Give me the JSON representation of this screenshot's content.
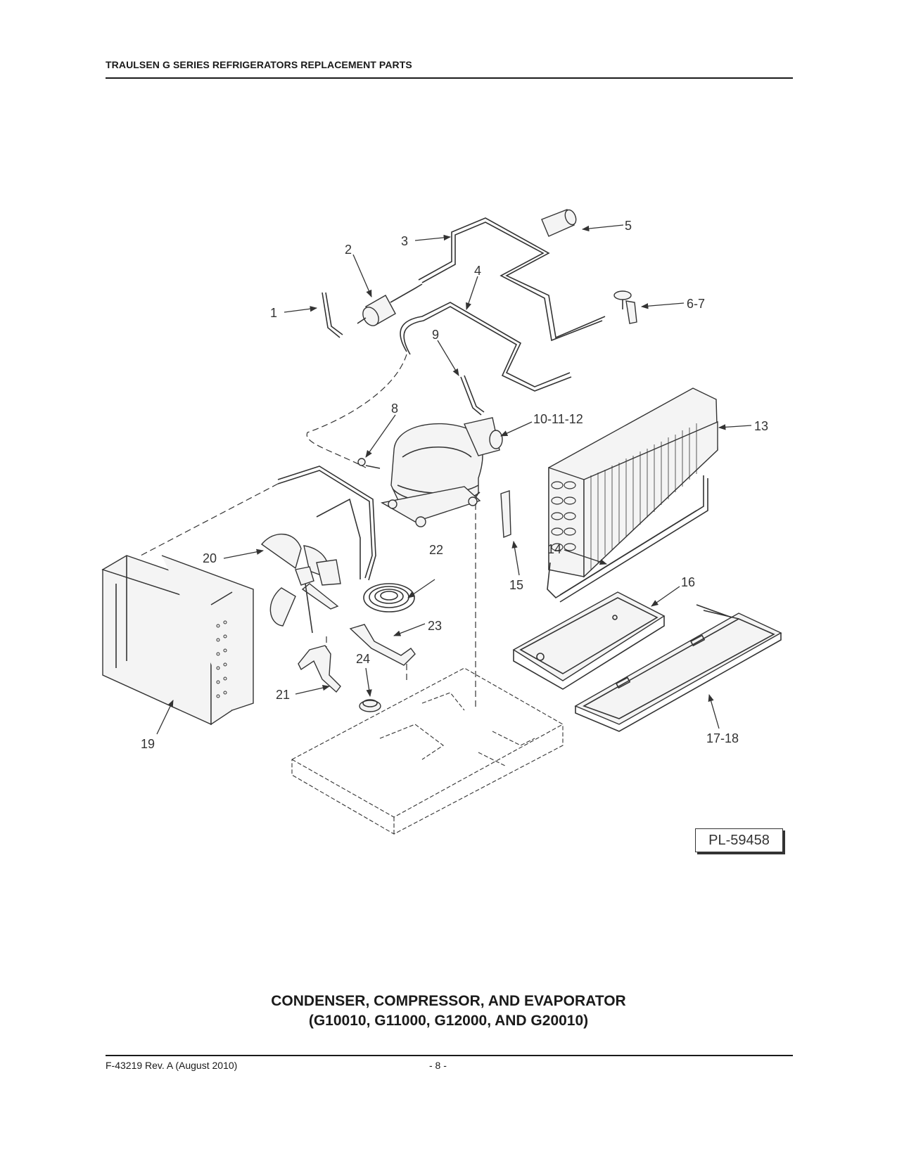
{
  "header": {
    "title": "TRAULSEN G SERIES REFRIGERATORS REPLACEMENT PARTS"
  },
  "callouts": [
    "1",
    "2",
    "3",
    "4",
    "5",
    "6-7",
    "8",
    "9",
    "10-11-12",
    "13",
    "14",
    "15",
    "16",
    "17-18",
    "19",
    "20",
    "21",
    "22",
    "23",
    "24"
  ],
  "plate_number": "PL-59458",
  "caption": {
    "line1": "CONDENSER, COMPRESSOR, AND EVAPORATOR",
    "line2": "(G10010, G11000, G12000, AND G20010)"
  },
  "footer": {
    "doc_id": "F-43219 Rev. A (August 2010)",
    "page": "- 8 -"
  }
}
